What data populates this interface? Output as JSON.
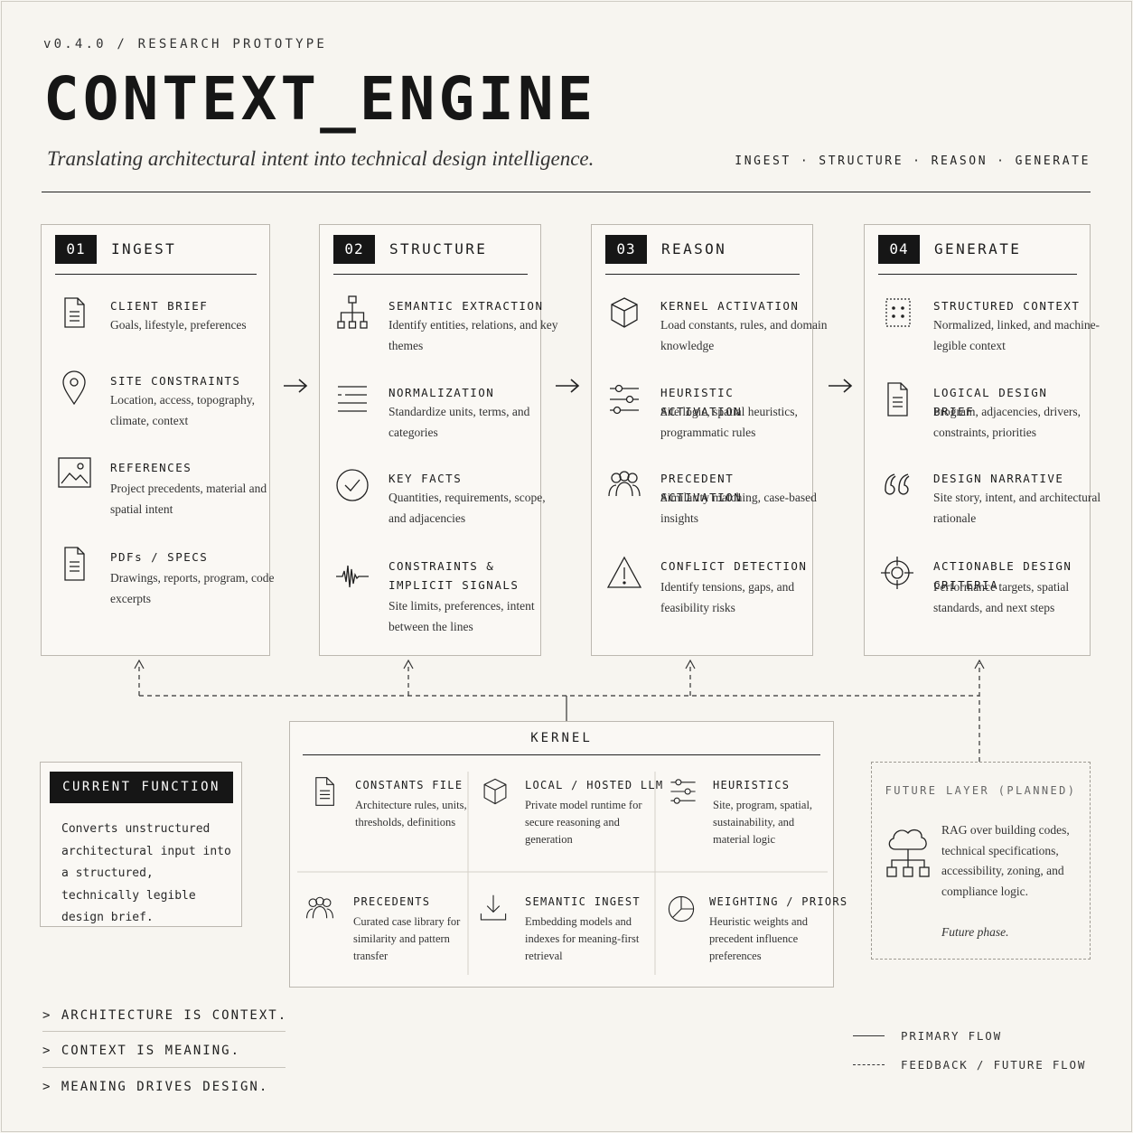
{
  "header": {
    "version": "v0.4.0 / RESEARCH PROTOTYPE",
    "title": "CONTEXT_ENGINE",
    "subtitle": "Translating architectural intent into technical design intelligence.",
    "steps": [
      "INGEST",
      "STRUCTURE",
      "REASON",
      "GENERATE"
    ],
    "step_separator": "·"
  },
  "stages": [
    {
      "num": "01",
      "title": "INGEST",
      "items": [
        {
          "icon": "document-icon",
          "title": "CLIENT BRIEF",
          "desc": "Goals, lifestyle, preferences"
        },
        {
          "icon": "location-pin-icon",
          "title": "SITE CONSTRAINTS",
          "desc": "Location, access, topography, climate, context"
        },
        {
          "icon": "image-icon",
          "title": "REFERENCES",
          "desc": "Project precedents, material and spatial intent"
        },
        {
          "icon": "document-icon",
          "title": "PDFs / SPECS",
          "desc": "Drawings, reports, program, code excerpts"
        }
      ]
    },
    {
      "num": "02",
      "title": "STRUCTURE",
      "items": [
        {
          "icon": "hierarchy-icon",
          "title": "SEMANTIC EXTRACTION",
          "desc": "Identify entities, relations, and key themes"
        },
        {
          "icon": "list-lines-icon",
          "title": "NORMALIZATION",
          "desc": "Standardize units, terms, and categories"
        },
        {
          "icon": "check-circle-icon",
          "title": "KEY FACTS",
          "desc": "Quantities, requirements, scope, and adjacencies"
        },
        {
          "icon": "waveform-icon",
          "title": "CONSTRAINTS & IMPLICIT SIGNALS",
          "desc": "Site limits, preferences, intent between the lines"
        }
      ]
    },
    {
      "num": "03",
      "title": "REASON",
      "items": [
        {
          "icon": "cube-icon",
          "title": "KERNEL ACTIVATION",
          "desc": "Load constants, rules, and domain knowledge"
        },
        {
          "icon": "sliders-icon",
          "title": "HEURISTIC ACTIVATION",
          "desc": "Site logic, spatial heuristics, programmatic rules"
        },
        {
          "icon": "people-icon",
          "title": "PRECEDENT ACTIVATION",
          "desc": "Similarity matching, case-based insights"
        },
        {
          "icon": "warning-icon",
          "title": "CONFLICT DETECTION",
          "desc": "Identify tensions, gaps, and feasibility risks"
        }
      ]
    },
    {
      "num": "04",
      "title": "GENERATE",
      "items": [
        {
          "icon": "dotted-grid-icon",
          "title": "STRUCTURED CONTEXT",
          "desc": "Normalized, linked, and machine-legible context"
        },
        {
          "icon": "document-icon",
          "title": "LOGICAL DESIGN BRIEF",
          "desc": "Program, adjacencies, drivers, constraints, priorities"
        },
        {
          "icon": "quote-icon",
          "title": "DESIGN NARRATIVE",
          "desc": "Site story, intent, and architectural rationale"
        },
        {
          "icon": "target-icon",
          "title": "ACTIONABLE DESIGN CRITERIA",
          "desc": "Performance targets, spatial standards, and next steps"
        }
      ]
    }
  ],
  "kernel": {
    "title": "KERNEL",
    "cells": [
      {
        "icon": "document-icon",
        "title": "CONSTANTS FILE",
        "desc": "Architecture rules, units, thresholds, definitions"
      },
      {
        "icon": "cube-icon",
        "title": "LOCAL / HOSTED LLM",
        "desc": "Private model runtime for secure reasoning and generation"
      },
      {
        "icon": "sliders-icon",
        "title": "HEURISTICS",
        "desc": "Site, program, spatial, sustainability, and material logic"
      },
      {
        "icon": "people-icon",
        "title": "PRECEDENTS",
        "desc": "Curated case library for similarity and pattern transfer"
      },
      {
        "icon": "download-icon",
        "title": "SEMANTIC INGEST",
        "desc": "Embedding models and indexes for meaning-first retrieval"
      },
      {
        "icon": "pie-icon",
        "title": "WEIGHTING / PRIORS",
        "desc": "Heuristic weights and precedent influence preferences"
      }
    ]
  },
  "current_function": {
    "label": "CURRENT FUNCTION",
    "text": "Converts unstructured architectural input into a structured, technically legible design brief."
  },
  "future_layer": {
    "label": "FUTURE LAYER (PLANNED)",
    "text": "RAG over building codes, technical specifications, accessibility, zoning, and compliance logic.",
    "note": "Future phase."
  },
  "maxims": [
    "> ARCHITECTURE IS CONTEXT.",
    "> CONTEXT IS MEANING.",
    "> MEANING DRIVES DESIGN."
  ],
  "legend": {
    "primary": "PRIMARY FLOW",
    "feedback": "FEEDBACK / FUTURE FLOW"
  },
  "colors": {
    "ink": "#161616",
    "paper": "#f7f5f0",
    "border": "#bcb8b0"
  }
}
